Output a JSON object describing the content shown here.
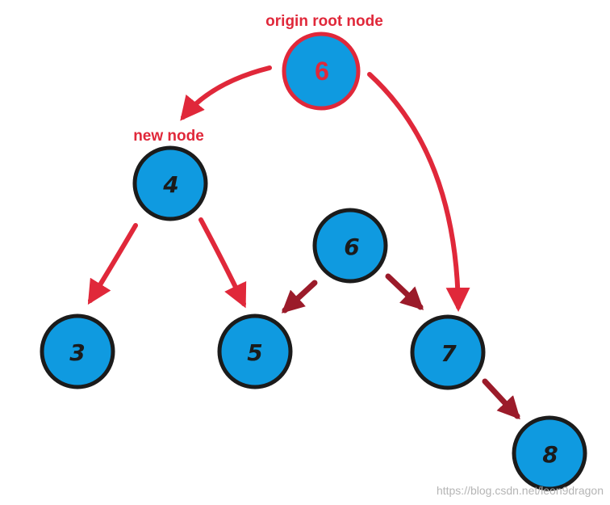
{
  "labels": {
    "origin_root": "origin root node",
    "new_node": "new node"
  },
  "nodes": {
    "root_origin": "6",
    "n4": "4",
    "n6": "6",
    "n3": "3",
    "n5": "5",
    "n7": "7",
    "n8": "8"
  },
  "watermark": "https://blog.csdn.net/leon9dragon",
  "colors": {
    "node_fill": "#0f9ae0",
    "node_stroke": "#1b1b1b",
    "origin_ring": "#e0283a",
    "label_red": "#e0283a",
    "arrow_red": "#e0283a",
    "arrow_dark": "#9b1b2a",
    "watermark": "#b5b5b5"
  },
  "icons": {
    "arrow": "arrow-icon"
  }
}
